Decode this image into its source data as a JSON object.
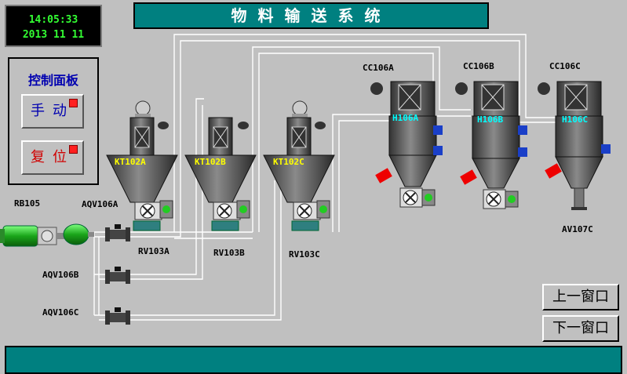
{
  "clock": {
    "time": "14:05:33",
    "date": "2013  11  11"
  },
  "title": "物料输送系统",
  "control_panel": {
    "title": "控制面板",
    "manual_label": "手动",
    "reset_label": "复位"
  },
  "nav": {
    "prev_label": "上一窗口",
    "next_label": "下一窗口"
  },
  "equipment": {
    "pump": "RB105",
    "valve_a": "AQV106A",
    "valve_b": "AQV106B",
    "valve_c": "AQV106C",
    "rv_a": "RV103A",
    "rv_b": "RV103B",
    "rv_c": "RV103C",
    "hopper_a": "KT102A",
    "hopper_b": "KT102B",
    "hopper_c": "KT102C",
    "collector_a": "CC106A",
    "collector_b": "CC106B",
    "collector_c": "CC106C",
    "tank_a": "H106A",
    "tank_b": "H106B",
    "tank_c": "H106C",
    "outlet_valve": "AV107C"
  },
  "colors": {
    "teal": "#008080",
    "background": "#c0c0c0",
    "clock_text": "#33ff33",
    "alarm_red": "#ff2020",
    "pipe": "#ffffff",
    "motor_green": "#22cc22",
    "vessel": "#555555"
  }
}
